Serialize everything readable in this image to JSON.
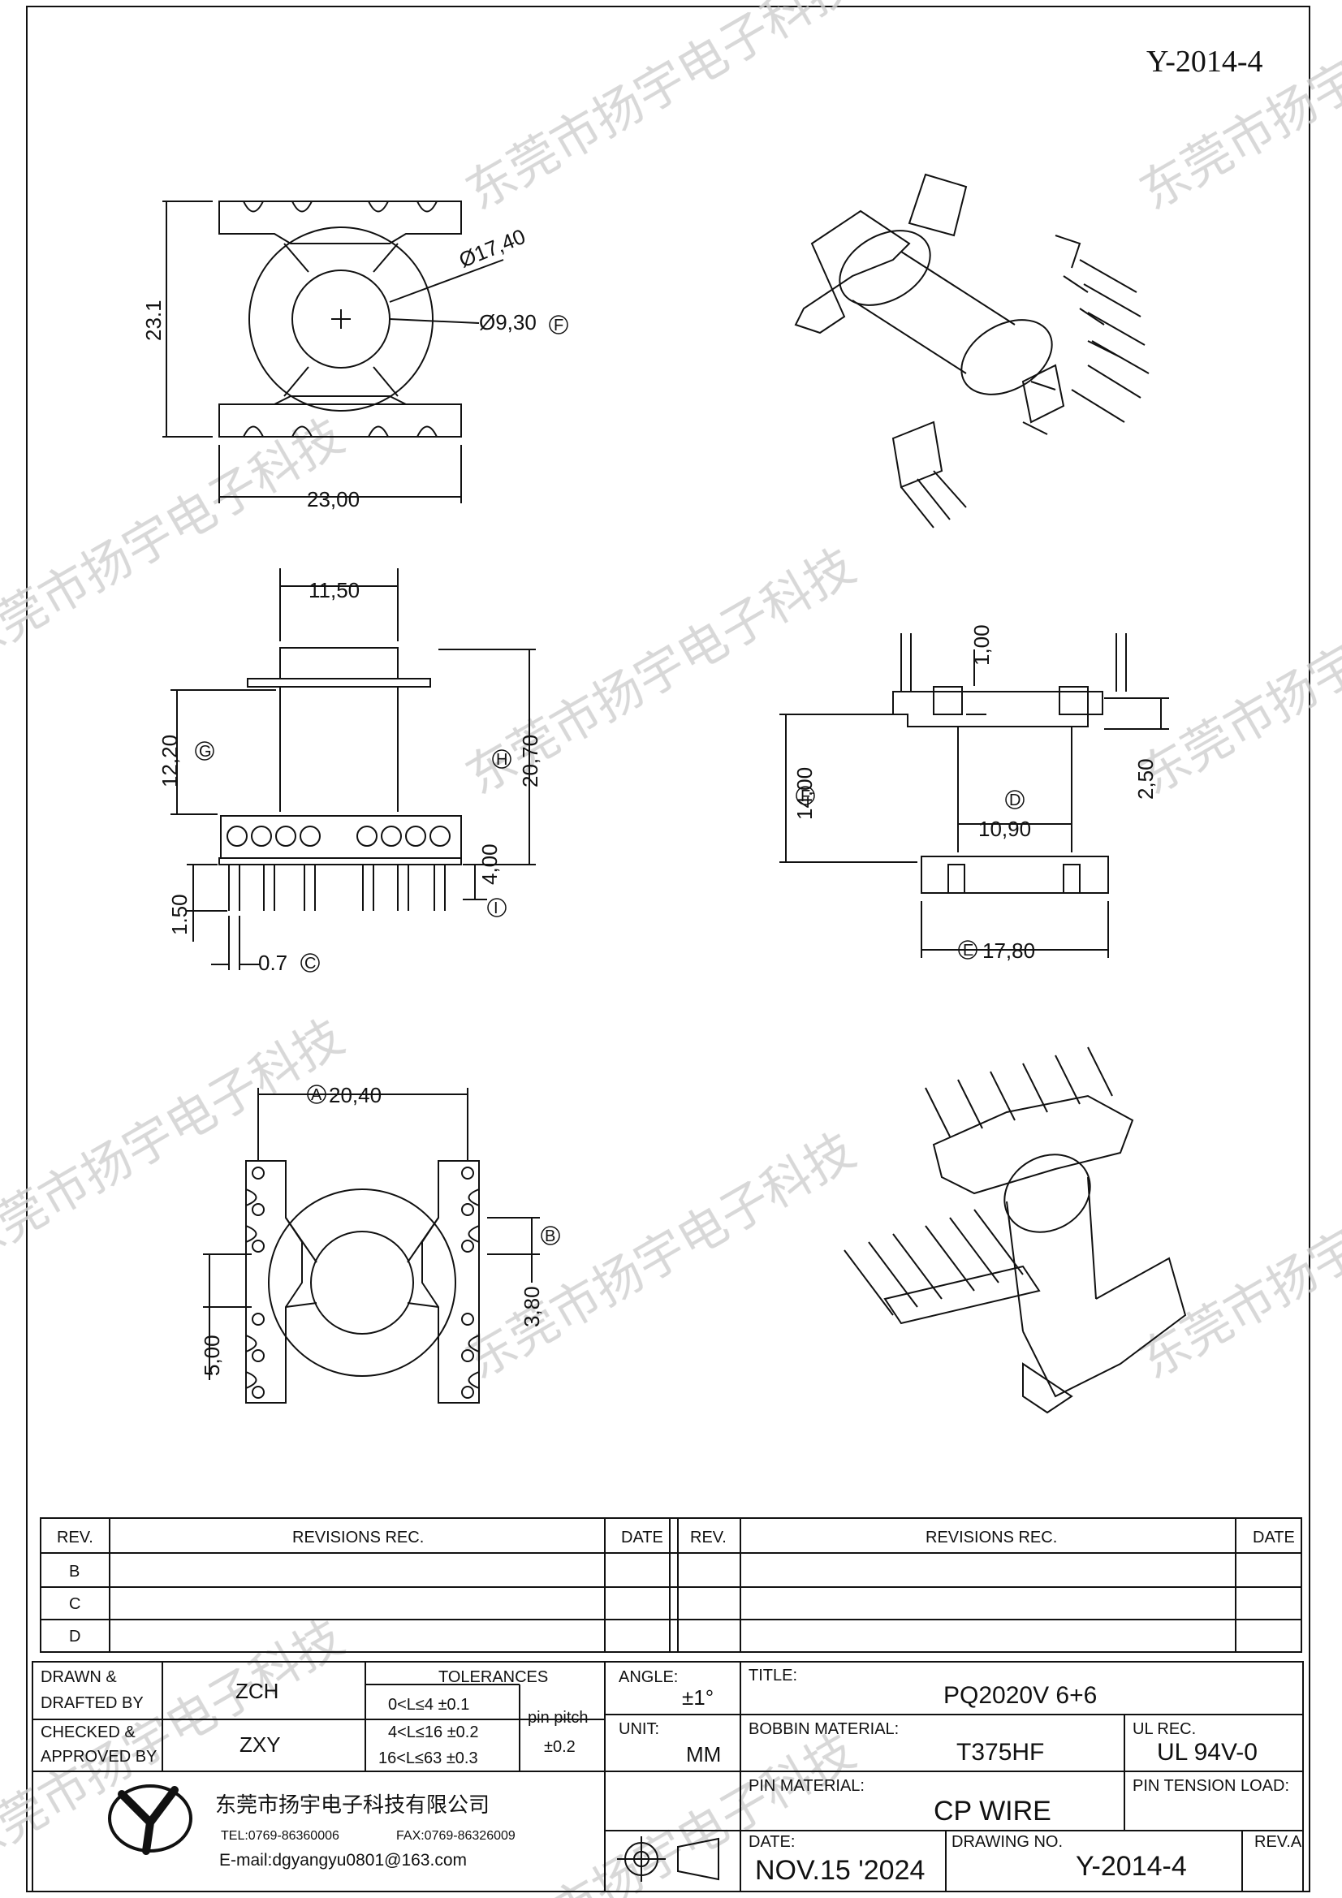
{
  "drawing_id": "Y-2014-4",
  "watermark": "东莞市扬宇电子科技",
  "dims": {
    "d1": "Ø17,40",
    "d2": "Ø9,30",
    "d2_mark": "F",
    "h_total": "23.1",
    "w_total": "23,00",
    "w_core": "11,50",
    "h_window": "12,20",
    "h_window_mark": "G",
    "h_height": "20,70",
    "h_height_mark": "H",
    "pin_len": "4,00",
    "pin_len_mark": "I",
    "pin_off": "1.50",
    "pin_dia": "0.7",
    "pin_dia_mark": "C",
    "top_pin": "1,00",
    "inner_h": "14,00",
    "inner_h_mark": "F",
    "flange_t": "2,50",
    "inner_w": "10,90",
    "inner_w_mark": "D",
    "outer_w": "17,80",
    "outer_w_mark": "E",
    "pin_row": "20,40",
    "pin_row_mark": "A",
    "pitch": "3,80",
    "pitch_mark": "B",
    "slot": "5,00"
  },
  "revisions": {
    "col_rev": "REV.",
    "col_rec": "REVISIONS    REC.",
    "col_date": "DATE",
    "rows": [
      "B",
      "C",
      "D"
    ]
  },
  "title_block": {
    "drawn_label": "DRAWN &",
    "drafted_label": "DRAFTED BY",
    "drawn_value": "ZCH",
    "checked_label": "CHECKED &",
    "approved_label": "APPROVED BY",
    "checked_value": "ZXY",
    "tolerances_label": "TOLERANCES",
    "tol1": "0<L≤4    ±0.1",
    "tol2": "4<L≤16   ±0.2",
    "tol3": "16<L≤63  ±0.3",
    "pin_pitch_label": "pin  pitch",
    "pin_pitch_value": "±0.2",
    "angle_label": "ANGLE:",
    "angle_value": "±1°",
    "unit_label": "UNIT:",
    "unit_value": "MM",
    "title_label": "TITLE:",
    "title_value": "PQ2020V  6+6",
    "bobbin_label": "BOBBIN  MATERIAL:",
    "bobbin_value": "T375HF",
    "ul_label": "UL  REC.",
    "ul_value": "UL  94V-0",
    "pin_mat_label": "PIN  MATERIAL:",
    "pin_mat_value": "CP  WIRE",
    "tension_label": "PIN  TENSION  LOAD:",
    "date_label": "DATE:",
    "date_value": "NOV.15  '2024",
    "drawing_no_label": "DRAWING  NO.",
    "drawing_no_value": "Y-2014-4",
    "rev_label": "REV.A",
    "company": "东莞市扬宇电子科技有限公司",
    "tel": "TEL:0769-86360006",
    "fax": "FAX:0769-86326009",
    "email": "E-mail:dgyangyu0801@163.com"
  }
}
